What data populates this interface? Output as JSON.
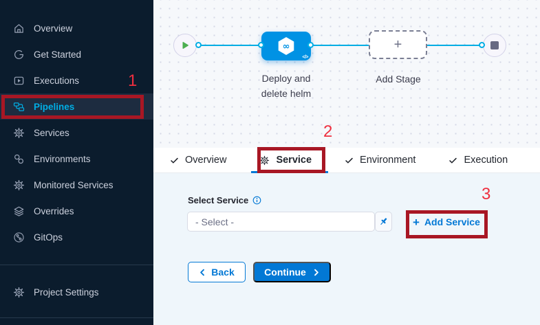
{
  "sidebar": {
    "items": [
      {
        "label": "Overview",
        "icon": "home-icon",
        "active": false
      },
      {
        "label": "Get Started",
        "icon": "get-started-icon",
        "active": false
      },
      {
        "label": "Executions",
        "icon": "executions-icon",
        "active": false
      },
      {
        "label": "Pipelines",
        "icon": "pipelines-icon",
        "active": true
      },
      {
        "label": "Services",
        "icon": "gear-icon",
        "active": false
      },
      {
        "label": "Environments",
        "icon": "environments-icon",
        "active": false
      },
      {
        "label": "Monitored Services",
        "icon": "monitored-services-icon",
        "active": false
      },
      {
        "label": "Overrides",
        "icon": "layers-icon",
        "active": false
      },
      {
        "label": "GitOps",
        "icon": "gitops-icon",
        "active": false
      }
    ],
    "footer_item": {
      "label": "Project Settings",
      "icon": "gear-icon"
    }
  },
  "canvas": {
    "stage_name": "Deploy and delete helm",
    "stage_code_badge": "</>",
    "add_stage_label": "Add Stage",
    "add_stage_plus": "+"
  },
  "tabs": {
    "items": [
      {
        "label": "Overview",
        "icon": "check-icon",
        "state": "completed"
      },
      {
        "label": "Service",
        "icon": "gear-icon",
        "state": "active"
      },
      {
        "label": "Environment",
        "icon": "check-icon",
        "state": "completed"
      },
      {
        "label": "Execution",
        "icon": "check-icon",
        "state": "completed"
      }
    ]
  },
  "form": {
    "select_service_label": "Select Service",
    "select_value": "- Select -",
    "add_service_plus": "+",
    "add_service_label": "Add Service",
    "back_label": "Back",
    "continue_label": "Continue"
  },
  "annotations": {
    "steps": [
      "1",
      "2",
      "3"
    ]
  },
  "colors": {
    "sidebar_bg": "#0b1c2d",
    "sidebar_active_bg": "#1d2c40",
    "sidebar_active_text": "#00ade4",
    "accent_blue": "#0278d5",
    "stage_node_blue": "#0092e4",
    "connector_cyan": "#00ade4",
    "start_play_green": "#4caf50",
    "annotation_box_red": "#a81724",
    "annotation_number_red": "#ee2f3f",
    "content_bg": "#eff6fb",
    "canvas_bg": "#f6f8fb"
  }
}
